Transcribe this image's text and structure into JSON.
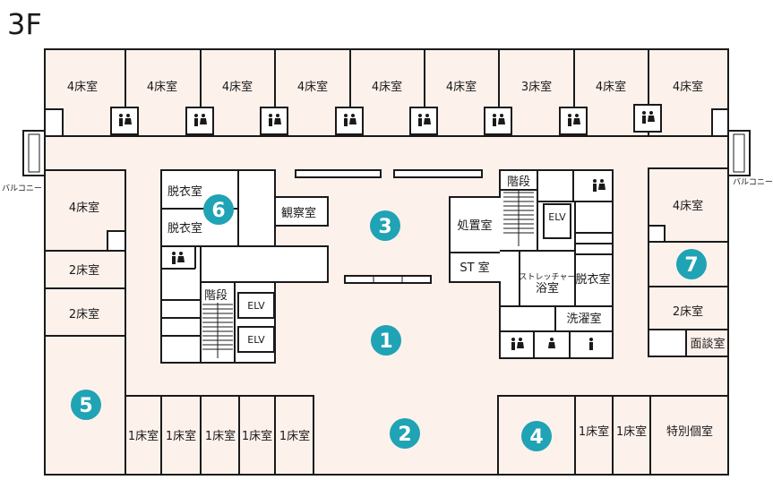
{
  "floor_label": "3F",
  "balcony_label": "バルコニー",
  "top_rooms": [
    "4床室",
    "4床室",
    "4床室",
    "4床室",
    "4床室",
    "4床室",
    "3床室",
    "4床室",
    "4床室"
  ],
  "left_rooms": [
    "4床室",
    "2床室",
    "2床室"
  ],
  "right_rooms": [
    "4床室",
    "2床室",
    "面談室"
  ],
  "bottom_rooms": [
    "1床室",
    "1床室",
    "1床室",
    "1床室",
    "1床室",
    "1床室",
    "1床室",
    "特別個室"
  ],
  "core_left": {
    "changing_1": "脱衣室",
    "changing_2": "脱衣室",
    "observation": "観察室",
    "stairs": "階段",
    "elv_1": "ELV",
    "elv_2": "ELV"
  },
  "core_right": {
    "stairs": "階段",
    "elv": "ELV",
    "treatment": "処置室",
    "st": "ST 室",
    "stretcher_1": "ストレッチャー",
    "stretcher_2": "浴室",
    "changing": "脱衣室",
    "laundry": "洗濯室"
  },
  "markers": [
    "1",
    "2",
    "3",
    "4",
    "5",
    "6",
    "7"
  ],
  "colors": {
    "room_fill": "#fdf1ec",
    "marker": "#1fa3b5"
  }
}
